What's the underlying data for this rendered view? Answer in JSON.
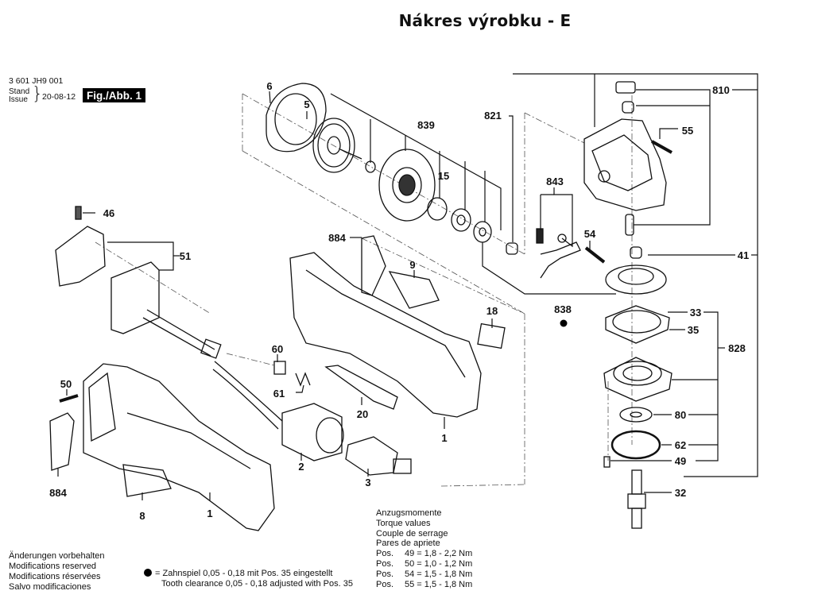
{
  "title": "Nákres výrobku - E",
  "header": {
    "document_number": "3 601 JH9 001",
    "stand_label": "Stand",
    "issue_label": "Issue",
    "date": "20-08-12",
    "figure_label": "Fig./Abb. 1"
  },
  "diagram": {
    "subject": "Cordless angle grinder exploded parts view",
    "part_labels": [
      {
        "id": "6",
        "text": "6"
      },
      {
        "id": "5",
        "text": "5"
      },
      {
        "id": "839",
        "text": "839"
      },
      {
        "id": "15",
        "text": "15"
      },
      {
        "id": "821",
        "text": "821"
      },
      {
        "id": "810",
        "text": "810"
      },
      {
        "id": "55",
        "text": "55"
      },
      {
        "id": "843",
        "text": "843"
      },
      {
        "id": "54",
        "text": "54"
      },
      {
        "id": "41",
        "text": "41"
      },
      {
        "id": "838",
        "text": "838"
      },
      {
        "id": "33",
        "text": "33"
      },
      {
        "id": "35",
        "text": "35"
      },
      {
        "id": "828",
        "text": "828"
      },
      {
        "id": "80",
        "text": "80"
      },
      {
        "id": "62",
        "text": "62"
      },
      {
        "id": "49",
        "text": "49"
      },
      {
        "id": "32",
        "text": "32"
      },
      {
        "id": "46",
        "text": "46"
      },
      {
        "id": "51",
        "text": "51"
      },
      {
        "id": "884a",
        "text": "884"
      },
      {
        "id": "9",
        "text": "9"
      },
      {
        "id": "18",
        "text": "18"
      },
      {
        "id": "60",
        "text": "60"
      },
      {
        "id": "61",
        "text": "61"
      },
      {
        "id": "20",
        "text": "20"
      },
      {
        "id": "1a",
        "text": "1"
      },
      {
        "id": "2",
        "text": "2"
      },
      {
        "id": "3",
        "text": "3"
      },
      {
        "id": "50",
        "text": "50"
      },
      {
        "id": "884b",
        "text": "884"
      },
      {
        "id": "8",
        "text": "8"
      },
      {
        "id": "1b",
        "text": "1"
      }
    ]
  },
  "notes": {
    "modifications": [
      "Änderungen vorbehalten",
      "Modifications reserved",
      "Modifications réservées",
      "Salvo modificaciones"
    ],
    "tooth_clearance": {
      "symbol": "filled-circle",
      "line1": "= Zahnspiel 0,05 - 0,18 mit Pos. 35 eingestellt",
      "line2": "Tooth clearance 0,05 - 0,18 adjusted with Pos. 35"
    }
  },
  "torque": {
    "headings": [
      "Anzugsmomente",
      "Torque values",
      "Couple de serrage",
      "Pares de apriete"
    ],
    "rows": [
      {
        "pos_label": "Pos.",
        "value": "49 = 1,8 - 2,2 Nm"
      },
      {
        "pos_label": "Pos.",
        "value": "50 = 1,0 - 1,2 Nm"
      },
      {
        "pos_label": "Pos.",
        "value": "54 = 1,5 - 1,8 Nm"
      },
      {
        "pos_label": "Pos.",
        "value": "55 = 1,5 - 1,8 Nm"
      }
    ]
  }
}
